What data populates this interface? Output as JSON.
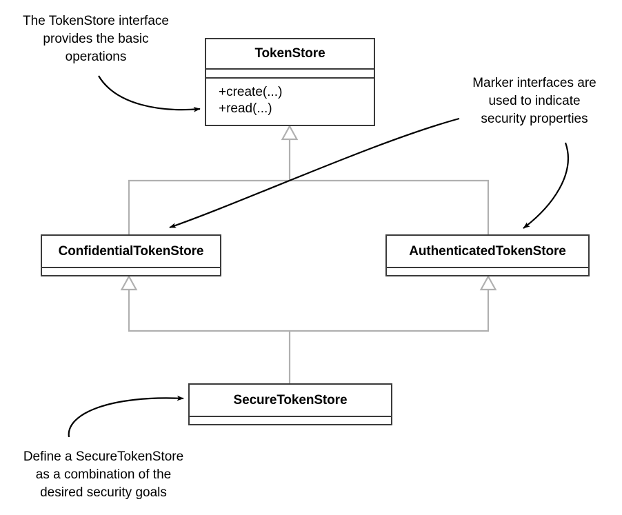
{
  "diagram": {
    "type": "uml-class-diagram",
    "title": "TokenStore UML class diagram",
    "colors": {
      "class_border": "#3a3a3a",
      "generalization_line": "#b0b0b0",
      "annotation_arrow": "#000000",
      "text": "#000000",
      "background": "#ffffff"
    },
    "classes": [
      {
        "id": "tokenstore",
        "name": "TokenStore",
        "attributes": [],
        "operations": [
          "+create(...)",
          "+read(...)"
        ]
      },
      {
        "id": "confidential",
        "name": "ConfidentialTokenStore",
        "attributes": [],
        "operations": []
      },
      {
        "id": "authenticated",
        "name": "AuthenticatedTokenStore",
        "attributes": [],
        "operations": []
      },
      {
        "id": "secure",
        "name": "SecureTokenStore",
        "attributes": [],
        "operations": []
      }
    ],
    "generalizations": [
      {
        "from": "ConfidentialTokenStore",
        "to": "TokenStore"
      },
      {
        "from": "AuthenticatedTokenStore",
        "to": "TokenStore"
      },
      {
        "from": "SecureTokenStore",
        "to": "ConfidentialTokenStore"
      },
      {
        "from": "SecureTokenStore",
        "to": "AuthenticatedTokenStore"
      }
    ],
    "annotations": [
      {
        "id": "note-tokenstore",
        "text": "The TokenStore interface\nprovides the basic\noperations",
        "points_to": "TokenStore"
      },
      {
        "id": "note-marker",
        "text": "Marker interfaces are\nused to indicate\nsecurity properties",
        "points_to": "ConfidentialTokenStore, AuthenticatedTokenStore"
      },
      {
        "id": "note-secure",
        "text": "Define a SecureTokenStore\nas a combination of the\ndesired security goals",
        "points_to": "SecureTokenStore"
      }
    ]
  }
}
